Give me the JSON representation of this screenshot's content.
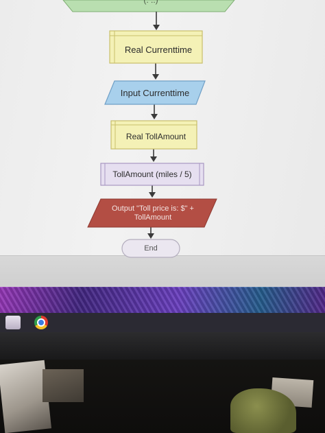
{
  "flowchart": {
    "top_partial": "(: ::)",
    "declare_currenttime": "Real Currenttime",
    "input_currenttime": "Input Currenttime",
    "declare_tollamount": "Real TollAmount",
    "assign_tollamount": "TollAmount (miles / 5)",
    "output_line1": "Output \"Toll price is: $\" +",
    "output_line2": "TollAmount",
    "end": "End"
  },
  "colors": {
    "declare_fill": "#f4f1b6",
    "declare_stroke": "#c8bf6a",
    "input_fill": "#a8d0ec",
    "input_stroke": "#6f9fc6",
    "process_fill": "#e6dff0",
    "process_stroke": "#a897c2",
    "output_fill": "#b34e44",
    "terminal_fill": "#ebe7f0",
    "top_fill": "#b9dfb0"
  },
  "taskbar": {
    "icons": [
      "app-icon",
      "chrome-icon"
    ]
  }
}
